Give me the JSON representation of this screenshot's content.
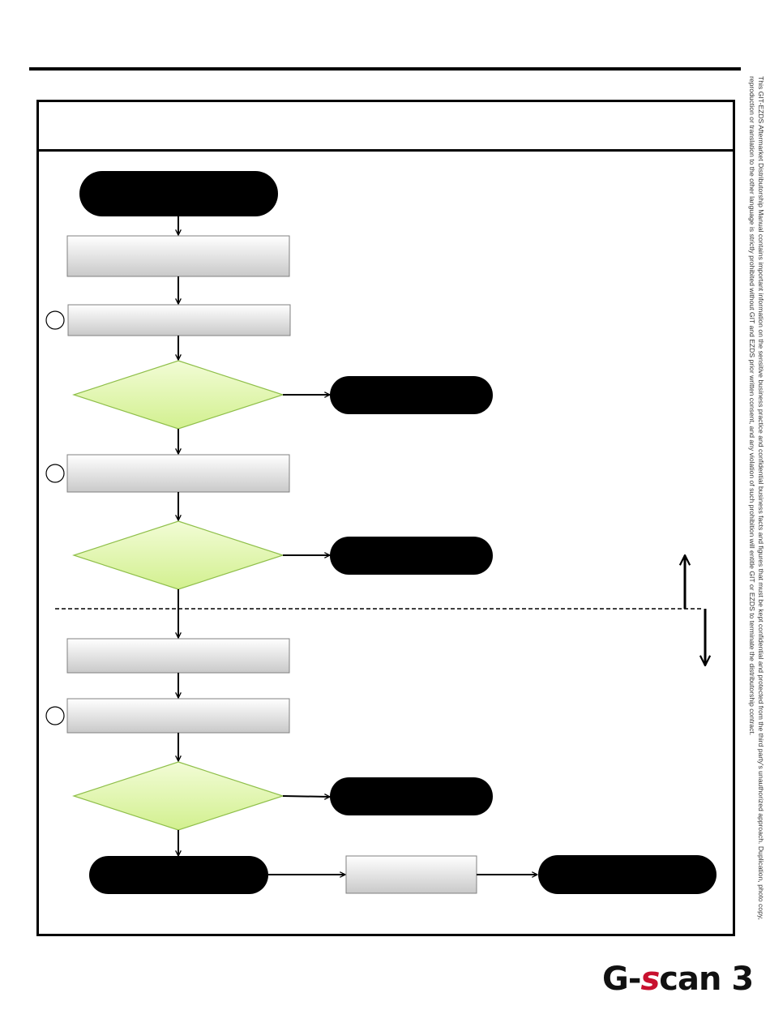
{
  "page": {
    "header_title": ""
  },
  "flowchart": {
    "start": "",
    "step_1": "",
    "step_2": "",
    "decision_1": "",
    "result_1": "",
    "step_3": "",
    "decision_2": "",
    "result_2": "",
    "step_4": "",
    "step_5": "",
    "decision_3": "",
    "result_3": "",
    "end": "",
    "process_final": "",
    "result_final": ""
  },
  "notice": {
    "line_1": "This GIT-EZDS Aftermarket Distributorship Manual contains important information on the sensitive business practice and confidential business facts and figures that must be kept confidential and protected from the third party's unauthorized approach.  Duplication, photo copy,",
    "line_2": "reproduction or translation to the other language is strictly prohibited without GIT and EZDS  prior written consent, and any violation of such prohibition will entitle GIT or EZDS to terminate the distributorship contract."
  },
  "brand": {
    "logo_g": "G",
    "logo_dash": "-",
    "logo_s": "s",
    "logo_rest": "can 3"
  },
  "colors": {
    "diamond_fill": "#dff5a9",
    "diamond_stroke": "#8fbf4a",
    "terminal_fill": "#000000",
    "box_gradient_top": "#ffffff",
    "box_gradient_bottom": "#c9c9c9"
  }
}
